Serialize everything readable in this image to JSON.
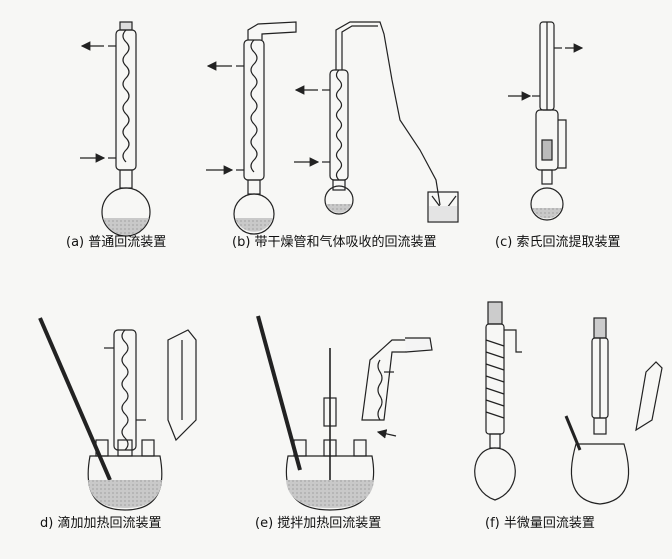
{
  "panels": [
    {
      "letter": "(a)",
      "text": "普通回流装置"
    },
    {
      "letter": "(b)",
      "text": "带干燥管和气体吸收的回流装置"
    },
    {
      "letter": "(c)",
      "text": "索氏回流提取装置"
    },
    {
      "letter": "d)",
      "text": "滴加加热回流装置"
    },
    {
      "letter": "(e)",
      "text": "搅拌加热回流装置"
    },
    {
      "letter": "(f)",
      "text": "半微量回流装置"
    }
  ]
}
